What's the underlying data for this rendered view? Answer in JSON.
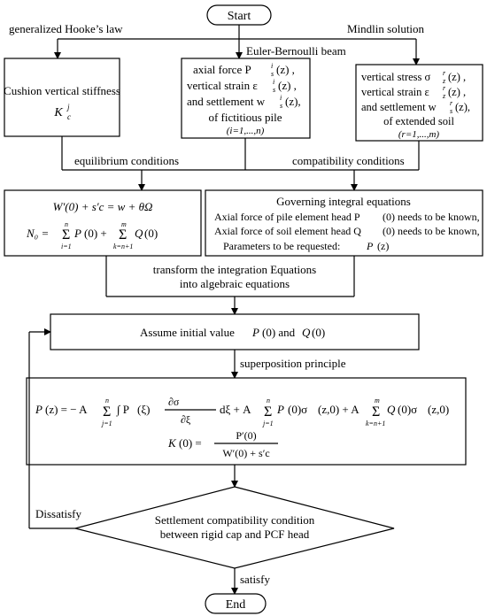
{
  "start_label": "Start",
  "end_label": "End",
  "labels": {
    "hooke": "generalized Hooke’s law",
    "euler": "Euler-Bernoulli beam",
    "mindlin": "Mindlin solution",
    "equilibrium": "equilibrium conditions",
    "compatibility": "compatibility conditions",
    "transform_1": "transform the integration Equations",
    "transform_2": "into algebraic equations",
    "superposition": "superposition principle",
    "dissatisfy": "Dissatisfy",
    "satisfy": "satisfy"
  },
  "cushion_box": {
    "line1": "Cushion vertical stiffness",
    "symbol": "K",
    "symbol_sub": "c",
    "symbol_sup": "j"
  },
  "pile_box": {
    "line1": "axial force P",
    "line1_sub": "s",
    "line1_sup": "i",
    "line1_tail": "(z) ,",
    "line2": "vertical strain ε",
    "line2_sub": "s",
    "line2_sup": "i",
    "line2_tail": "(z) ,",
    "line3": "and settlement w",
    "line3_sub": "s",
    "line3_sup": "i",
    "line3_tail": "(z),",
    "line4": "of fictitious pile",
    "line5": "(i=1,...,n)"
  },
  "soil_box": {
    "line1": "vertical stress σ",
    "line1_sub": "z",
    "line1_sup": "r",
    "line1_tail": "(z) ,",
    "line2": "vertical strain ε",
    "line2_sub": "z",
    "line2_sup": "r",
    "line2_tail": "(z) ,",
    "line3": "and settlement w",
    "line3_sub": "s",
    "line3_sup": "r",
    "line3_tail": "(z),",
    "line4": "of extended soil",
    "line5": "(r=1,...,m)"
  },
  "equilibrium_box": {
    "eq1": "W′(0) + s′c = w + θΩ",
    "eq2_lhs": "N₀ =",
    "eq2_rhs": "P",
    "eq2_rhs_tail": "(0) +",
    "eq2_rhs2": "Q",
    "eq2_rhs2_tail": "(0)",
    "sum1_upper": "n",
    "sum1_lower": "i=1",
    "sum2_upper": "m",
    "sum2_lower": "k=n+1"
  },
  "governing_box": {
    "title": "Governing integral equations",
    "line1": "Axial force of pile element head P",
    "line1_tail": "(0) needs to be known,",
    "line2": "Axial force of soil element head Q",
    "line2_tail": "(0) needs to be known,",
    "line3": "Parameters to be requested:",
    "line3_sym": "P",
    "line3_tail": "(z)"
  },
  "assume_box": {
    "text": "Assume initial value",
    "sym1": "P",
    "mid": "(0) and",
    "sym2": "Q",
    "tail": "(0)"
  },
  "superposition_box": {
    "eq1_lhs": "P",
    "eq1_rest": "(z) = − A",
    "eq2_lhs": "K",
    "eq2_rest": "(0) =",
    "eq2_num": "P′(0)",
    "eq2_den": "W′(0) + s′c",
    "eq1_term1": "∫ P",
    "eq1_term1b": "(ξ)",
    "eq1_frac_num": "∂σ",
    "eq1_frac_den": "∂ξ",
    "eq1_dxi": "dξ + A",
    "eq1_term2": "P",
    "eq1_term2b": "(0)σ",
    "eq1_term2c": "(z,0) + A",
    "eq1_term3": "Q",
    "eq1_term3b": "(0)σ",
    "eq1_term3c": "(z,0)"
  },
  "decision": {
    "line1": "Settlement compatibility condition",
    "line2": "between rigid cap and PCF head"
  }
}
